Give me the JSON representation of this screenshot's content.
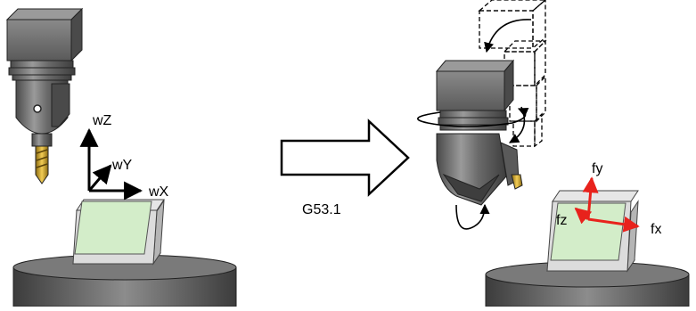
{
  "left_scene": {
    "axes": {
      "x_label": "wX",
      "y_label": "wY",
      "z_label": "wZ"
    }
  },
  "middle": {
    "command_label": "G53.1"
  },
  "right_scene": {
    "axes": {
      "x_label": "fx",
      "y_label": "fy",
      "z_label": "fz"
    },
    "axis_color": "#e8221c"
  },
  "colors": {
    "workpiece_face": "#d3edc9",
    "block_side": "#d6d6d6",
    "machine_body": "#6e6e6e",
    "table_top": "#7a7a7a",
    "tool_tip": "#e0b23a"
  }
}
